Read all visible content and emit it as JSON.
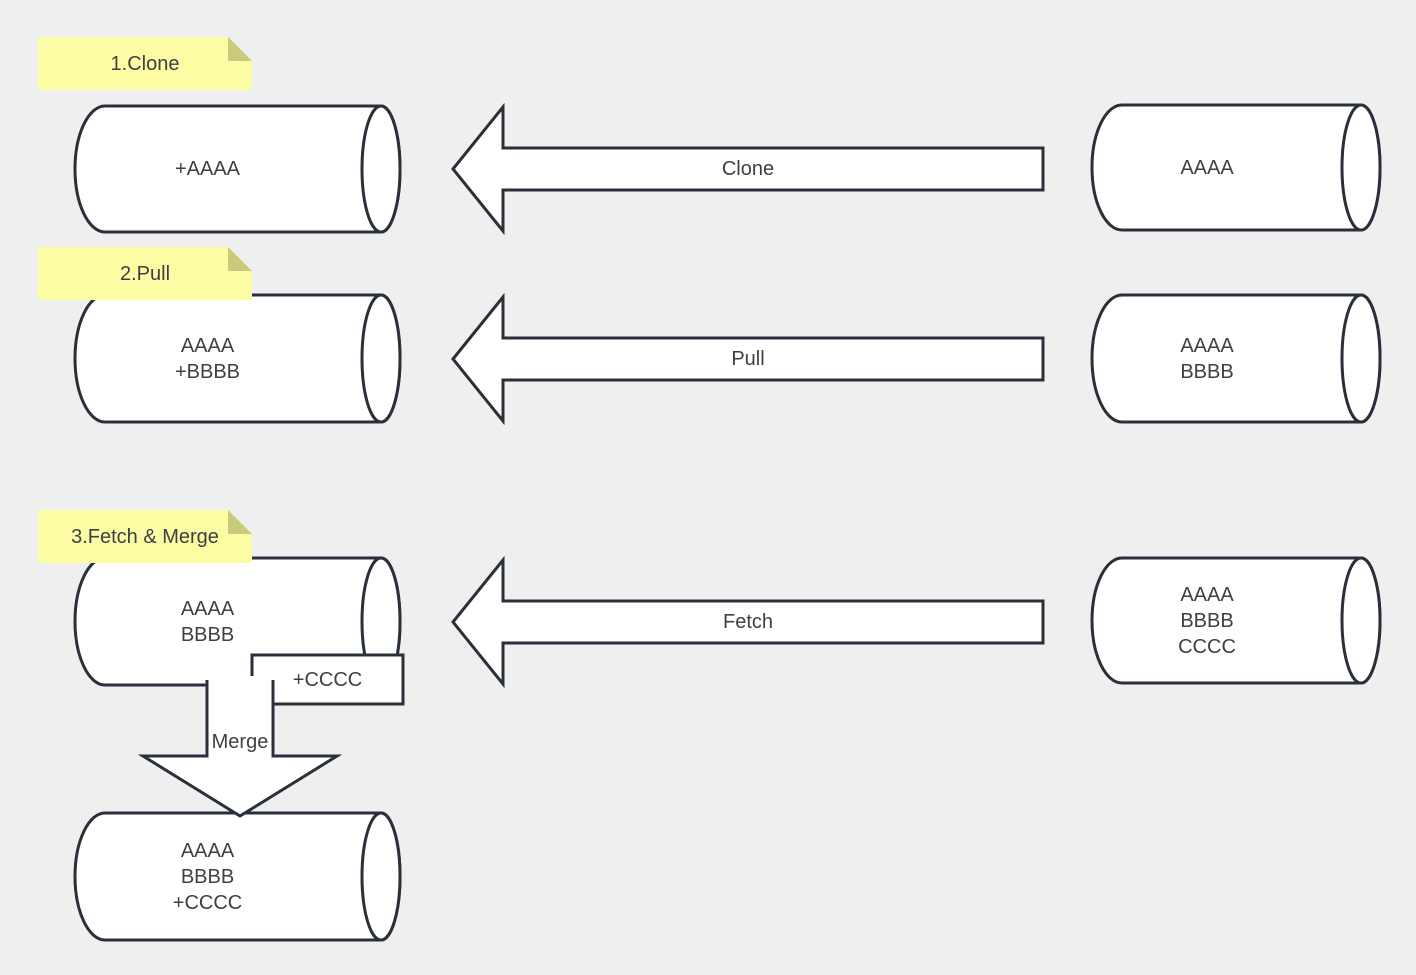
{
  "colors": {
    "background": "#efefef",
    "shape_stroke": "#293039",
    "shape_fill": "#ffffff",
    "note_fill": "#fcfca4",
    "note_fold": "#caca7b",
    "text": "#3e4044"
  },
  "sections": [
    {
      "note_label": "1.Clone",
      "local_repo_label": "+AAAA",
      "arrow_label": "Clone",
      "remote_repo_label": "AAAA"
    },
    {
      "note_label": "2.Pull",
      "local_repo_label": "AAAA\n+BBBB",
      "arrow_label": "Pull",
      "remote_repo_label": "AAAA\nBBBB"
    },
    {
      "note_label": "3.Fetch & Merge",
      "local_repo_label": "AAAA\nBBBB",
      "arrow_label": "Fetch",
      "remote_repo_label": "AAAA\nBBBB\nCCCC",
      "fetched_box_label": "+CCCC",
      "merge_arrow_label": "Merge",
      "merged_repo_label": "AAAA\nBBBB\n+CCCC"
    }
  ]
}
